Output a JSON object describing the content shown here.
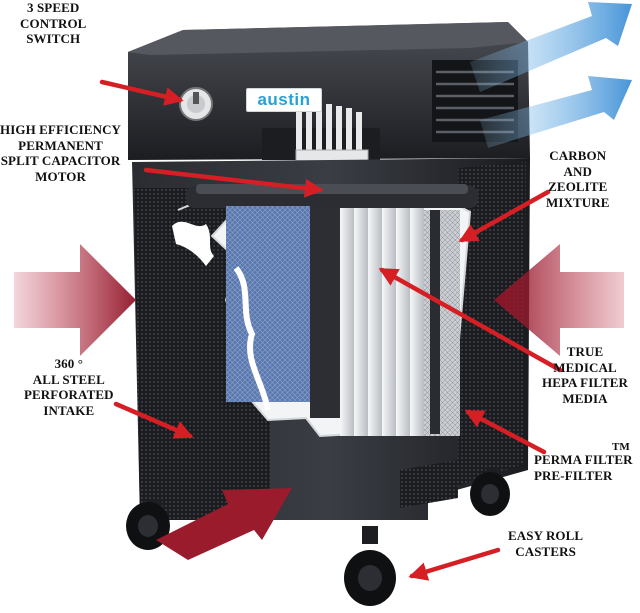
{
  "brand": {
    "logo_text": "austin"
  },
  "callouts": {
    "speed_switch": [
      "3 SPEED",
      "CONTROL",
      "SWITCH"
    ],
    "motor": [
      "HIGH EFFICIENCY",
      "PERMANENT",
      "SPLIT CAPACITOR",
      "MOTOR"
    ],
    "carbon": [
      "CARBON",
      "AND",
      "ZEOLITE",
      "MIXTURE"
    ],
    "intake": [
      "360 °",
      "ALL STEEL",
      "PERFORATED",
      "INTAKE"
    ],
    "hepa": [
      "TRUE",
      "MEDICAL",
      "HEPA FILTER",
      "MEDIA"
    ],
    "prefilter": {
      "lines": [
        "PERMA FILTER",
        "PRE-FILTER"
      ],
      "trademark": "TM"
    },
    "casters": [
      "EASY ROLL",
      "CASTERS"
    ]
  },
  "colors": {
    "callout_arrow": "#d51f24",
    "airflow_in": "#9a1b2c",
    "airflow_out": "#5aa9e0",
    "housing": "#222428",
    "hepa_pleats": "#e8eaec",
    "carbon_layer": "#5572a8"
  }
}
